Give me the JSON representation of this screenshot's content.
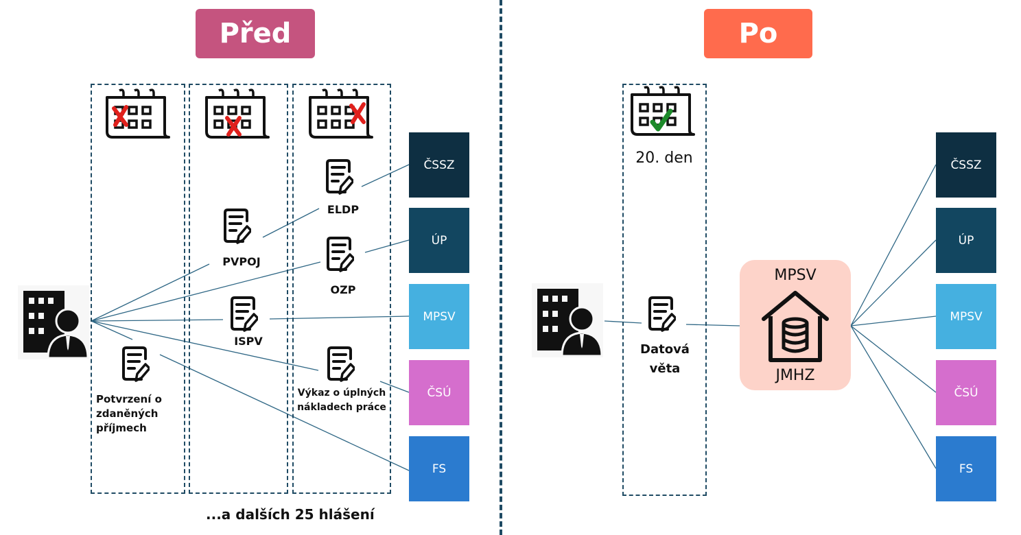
{
  "colors": {
    "before": "#c5547f",
    "after": "#ff6b4d",
    "cssz": "#0e2f42",
    "up": "#124660",
    "mpsv": "#45b0e0",
    "csu": "#d56ecd",
    "fs": "#2b7bcf",
    "hub": "#fdd3c9",
    "line": "#2f6785"
  },
  "before": {
    "title": "Před",
    "reports": {
      "eldp": "ELDP",
      "pvpoj": "PVPOJ",
      "ozp": "OZP",
      "ispv": "ISPV",
      "potvrzeni": [
        "Potvrzení o",
        "zdaněných",
        "příjmech"
      ],
      "vykaz": [
        "Výkaz o úplných",
        "nákladech práce"
      ]
    },
    "footer": "...a dalších 25 hlášení",
    "institutions": [
      "ČSSZ",
      "ÚP",
      "MPSV",
      "ČSÚ",
      "FS"
    ]
  },
  "after": {
    "title": "Po",
    "day_label": "20. den",
    "record": [
      "Datová",
      "věta"
    ],
    "hub_top": "MPSV",
    "hub_bottom": "JMHZ",
    "institutions": [
      "ČSSZ",
      "ÚP",
      "MPSV",
      "ČSÚ",
      "FS"
    ]
  },
  "icons": [
    "calendar-icon",
    "document-edit-icon",
    "employer-building-icon",
    "database-house-icon",
    "cross-mark-icon",
    "check-mark-icon"
  ]
}
